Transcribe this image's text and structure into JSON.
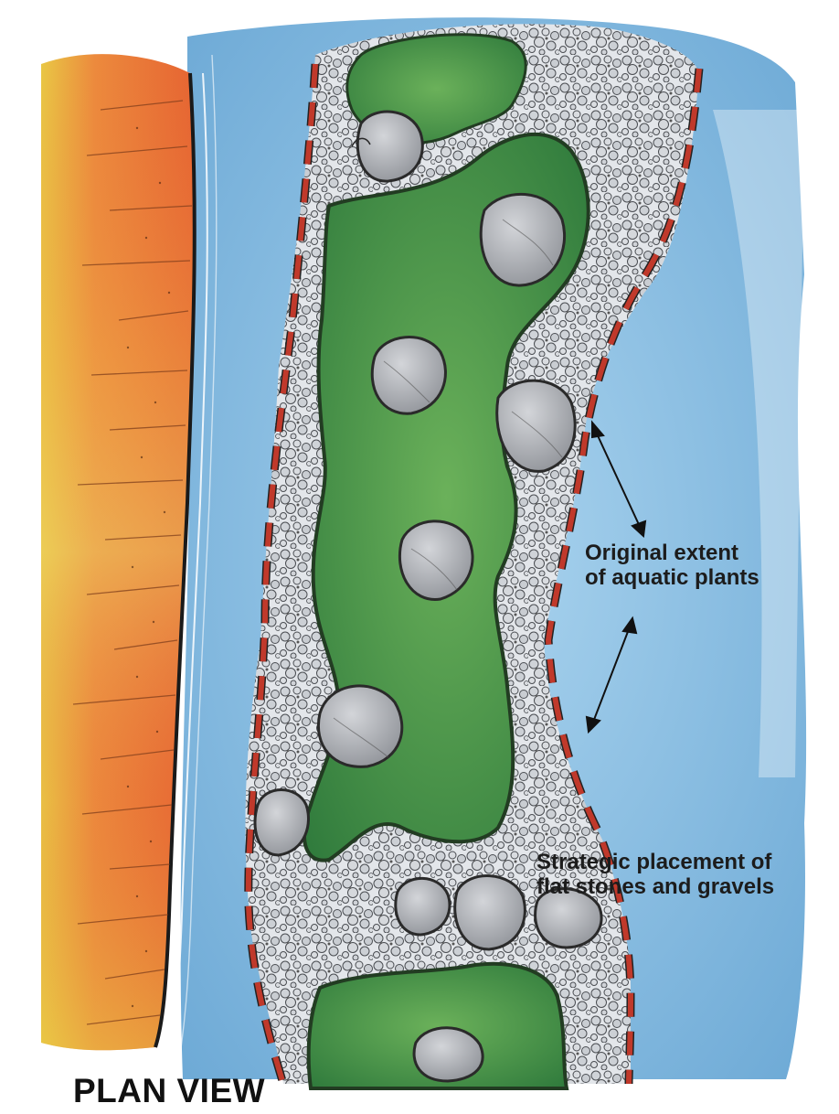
{
  "diagram": {
    "view_title": "PLAN VIEW",
    "annotations": [
      {
        "id": "extent",
        "lines": [
          "Original extent",
          "of aquatic plants"
        ]
      },
      {
        "id": "stones",
        "lines": [
          "Strategic placement of",
          "flat stones and gravels"
        ]
      }
    ],
    "elements": [
      "riverbank",
      "water-channel",
      "gravel-bar",
      "aquatic-plant-bed",
      "boulders",
      "original-extent-boundary",
      "dimension-arrows"
    ],
    "colors": {
      "bank_orange": "#e8703a",
      "bank_yellow": "#e8c84a",
      "water": "#7fb8de",
      "gravel": "#d9dde2",
      "plants": "#4d9a48",
      "boundary_dash": "#c0392b",
      "stone": "#a8abb0"
    }
  }
}
